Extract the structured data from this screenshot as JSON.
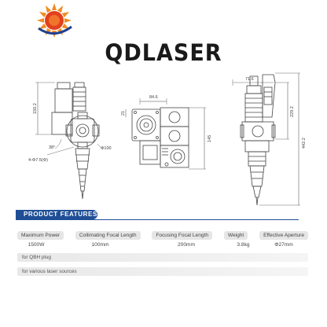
{
  "brand": {
    "name": "QDLASER",
    "colors": {
      "sun_orange": "#f08c1e",
      "sun_red": "#e2401e",
      "arc_blue": "#1f3f8f",
      "accent": "#1f4e96"
    }
  },
  "drawing": {
    "front": {
      "dim_top_left": "150.2",
      "dim_diameter": "Φ100",
      "dim_holes": "4-Φ7.5(Φ)",
      "dim_angle": "38°"
    },
    "side": {
      "dim_width": "84.6",
      "dim_small": "21",
      "dim_height": "145"
    },
    "back": {
      "dim_width": "71.6",
      "dim_height_1": "229.2",
      "dim_height_2": "442.2"
    }
  },
  "section": {
    "title": "PRODUCT FEATURES"
  },
  "specs": {
    "headers": [
      "Maximum Power",
      "Collimating Focal Length",
      "Focusing Focal Length",
      "Weight",
      "Effective Aperture"
    ],
    "values": [
      "1500W",
      "100mm",
      "200mm",
      "3.8kg",
      "Φ27mm"
    ]
  },
  "features": [
    "for QBH plug",
    "for various laser sources"
  ]
}
